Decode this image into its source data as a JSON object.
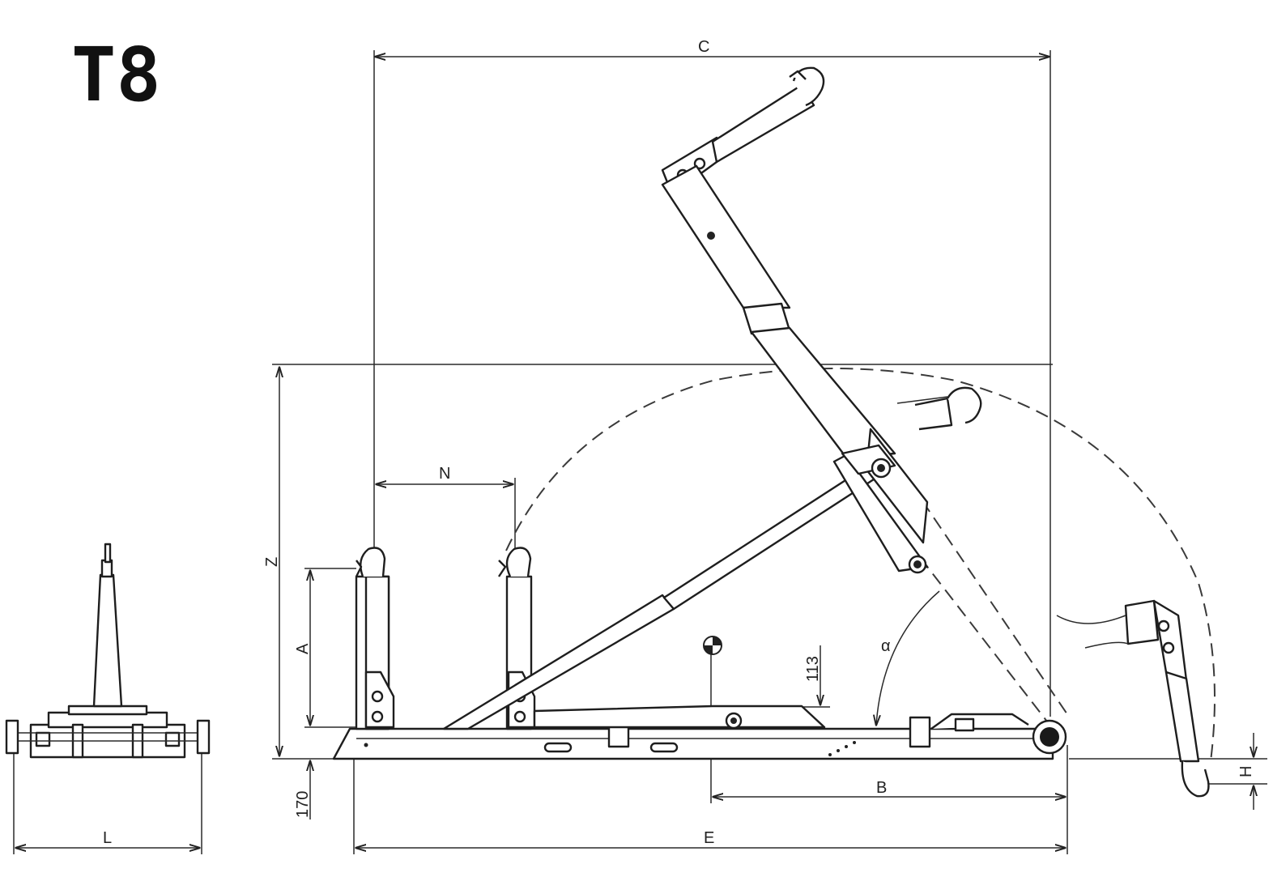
{
  "title": "T8",
  "labels": {
    "C": "C",
    "N": "N",
    "Z": "Z",
    "A": "A",
    "dim_113": "113",
    "alpha": "α",
    "B": "B",
    "E": "E",
    "dim_170": "170",
    "H": "H",
    "L": "L"
  }
}
